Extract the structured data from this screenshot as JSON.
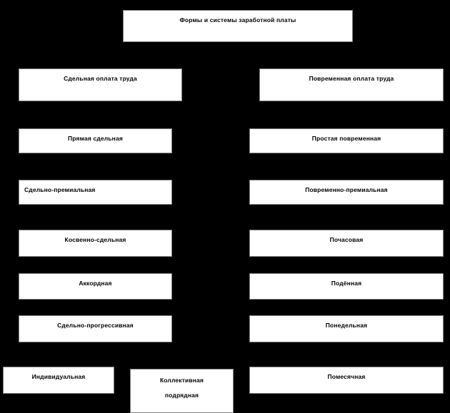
{
  "diagram": {
    "title": "Формы и системы заработной платы",
    "left_branch": {
      "head": "Сдельная оплата труда",
      "items": [
        "Прямая сдельная",
        "Сдельно-премиальная",
        "Косвенно-сдельная",
        "Аккордная",
        "Сдельно-прогрессивная"
      ]
    },
    "bottom_pair": [
      "Индивидуальная",
      "Коллективная"
    ],
    "bottom_pair_second_line": "подрядная",
    "right_branch": {
      "head": "Повременная   оплата труда",
      "items": [
        "Простая повременная",
        "Повременно-премиальная",
        "Почасовая",
        "Подённая",
        "Понедельная",
        "Помесячная"
      ]
    },
    "colors": {
      "background": "#000000",
      "box_fill": "#ffffff",
      "box_border": "#7f7f7f",
      "text": "#000000"
    }
  }
}
